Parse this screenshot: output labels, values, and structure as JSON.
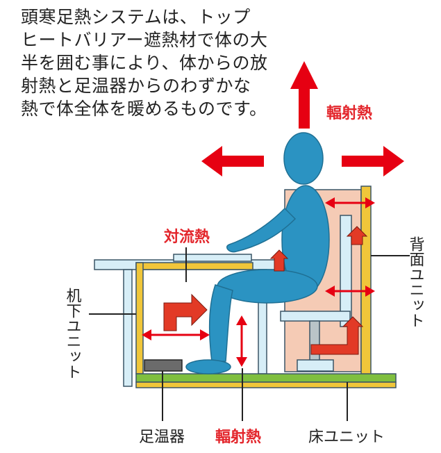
{
  "intro_text": "頭寒足熱システムは、トップ\nヒートバリアー遮熱材で体の大\n半を囲む事により、体からの放\n射熱と足温器からのわずかな\n熱で体全体を暖めるものです。",
  "labels": {
    "radiant_heat_top": "輻射熱",
    "convection_heat": "対流熱",
    "back_unit": "背面ユニット",
    "desk_under_unit": "机下ユニット",
    "foot_warmer": "足温器",
    "radiant_heat_bottom": "輻射熱",
    "floor_unit": "床ユニット"
  },
  "colors": {
    "red_label": "#e3252b",
    "arrow_red": "#e60012",
    "person_blue": "#2b93c2",
    "panel_peach": "#f5cbb5",
    "frame_yellow": "#f0c63a",
    "floor_green": "#7fbf3f",
    "desk_light_blue": "#d7eef7",
    "chair_gray": "#b9c4c8"
  }
}
